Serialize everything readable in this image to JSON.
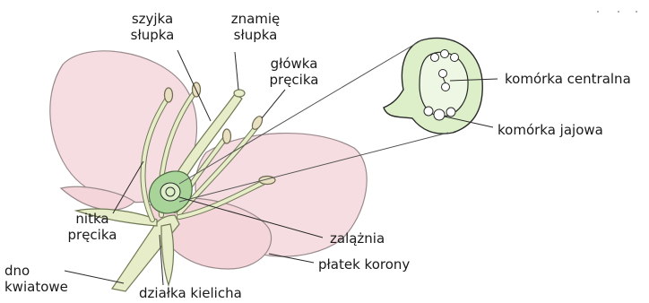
{
  "labels": {
    "szyjka_slupka": [
      "szyjka",
      "słupka"
    ],
    "znamie_slupka": [
      "znamię",
      "słupka"
    ],
    "glowka_precika": [
      "główka",
      "pręcika"
    ],
    "komorka_centralna": "komórka centralna",
    "komorka_jajowa": "komórka jajowa",
    "nitka_precika": [
      "nitka",
      "pręcika"
    ],
    "zalaznia": "zalążnia",
    "platek_korony": "płatek korony",
    "dno_kwiatowe": [
      "dno",
      "kwiatowe"
    ],
    "dzialka_kielicha": "działka kielicha"
  },
  "colors": {
    "petal": "#f6dde1",
    "petal_edge": "#9a8a8c",
    "stem": "#e6edc8",
    "ovary": "#a8d49a",
    "ovule": "#dcefc9",
    "line": "#2a2a2a"
  }
}
